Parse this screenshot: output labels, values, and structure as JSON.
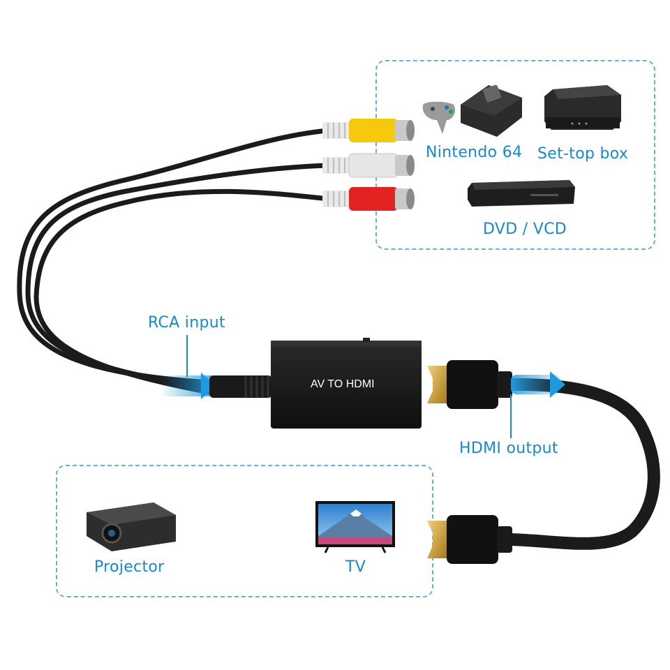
{
  "adapter": {
    "label": "AV TO HDMI"
  },
  "callouts": {
    "rca_input": "RCA input",
    "hdmi_output": "HDMI output"
  },
  "sources": {
    "items": [
      {
        "label": "Nintendo 64",
        "icon": "game-console-icon"
      },
      {
        "label": "Set-top box",
        "icon": "set-top-box-icon"
      },
      {
        "label": "DVD / VCD",
        "icon": "dvd-player-icon"
      }
    ]
  },
  "displays": {
    "items": [
      {
        "label": "Projector",
        "icon": "projector-icon"
      },
      {
        "label": "TV",
        "icon": "tv-icon"
      }
    ]
  },
  "colors": {
    "accent": "#1789c8",
    "rca_yellow": "#f6c90e",
    "rca_white": "#e6e6e6",
    "rca_red": "#e32222",
    "cable": "#1b1b1b",
    "hdmi_gold": "#d6a632"
  }
}
